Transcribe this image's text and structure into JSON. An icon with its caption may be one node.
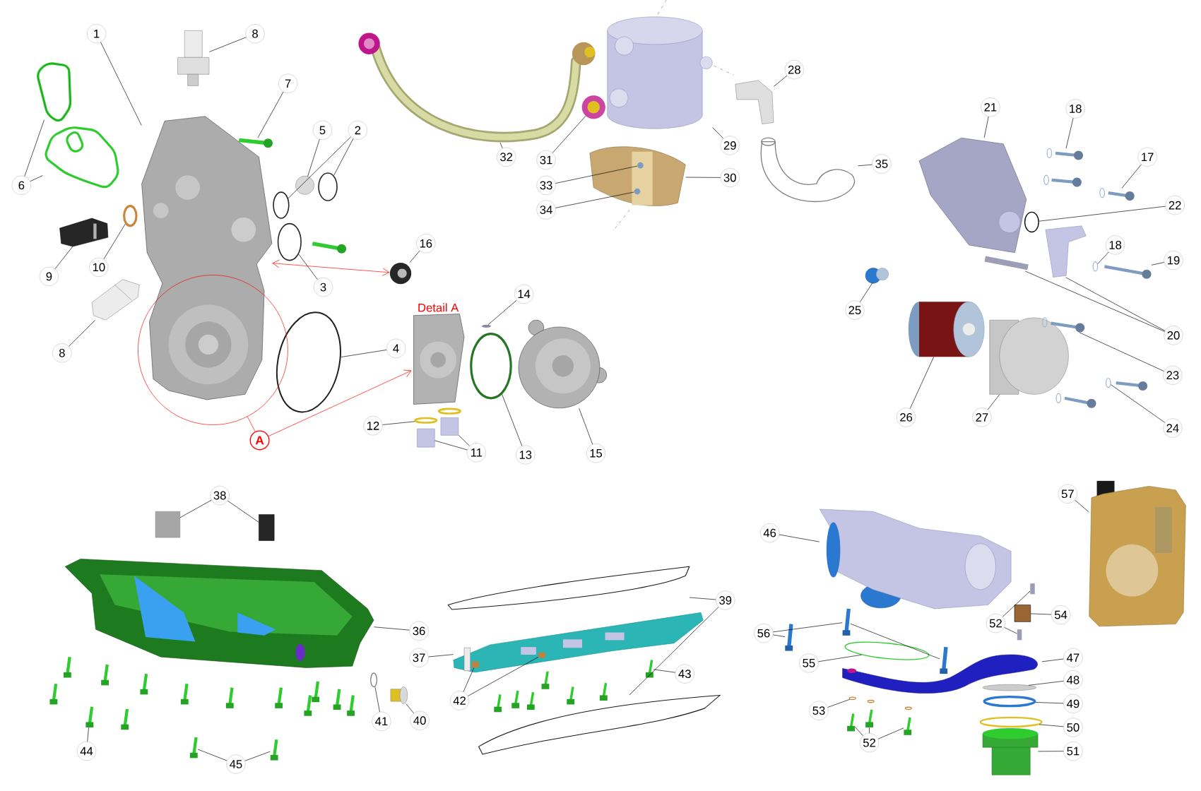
{
  "diagram": {
    "nodes": [
      {
        "text": [
          "1"
        ]
      },
      {
        "text": [
          "8"
        ]
      },
      {
        "text": [
          "7"
        ]
      },
      {
        "text": [
          "5"
        ]
      },
      {
        "text": [
          "2"
        ]
      },
      {
        "text": [
          "6"
        ]
      },
      {
        "text": [
          "10"
        ]
      },
      {
        "text": [
          "9"
        ]
      },
      {
        "text": [
          "3"
        ]
      },
      {
        "text": [
          "16"
        ]
      },
      {
        "text": [],
        "shape": "picture"
      },
      {
        "text": [
          "8"
        ]
      },
      {
        "text": [],
        "shape": "circle"
      },
      {
        "text": [
          "4"
        ]
      },
      {
        "text": [
          "A"
        ]
      },
      {
        "text": [
          "Detail A"
        ]
      },
      {
        "text": [
          "14"
        ]
      },
      {
        "text": [
          "12"
        ]
      },
      {
        "text": [
          "11"
        ]
      },
      {
        "text": [
          "13"
        ]
      },
      {
        "text": [
          "15"
        ]
      },
      {
        "text": [
          "32"
        ]
      },
      {
        "text": [
          "31"
        ]
      },
      {
        "text": [
          "33"
        ]
      },
      {
        "text": [
          "34"
        ]
      },
      {
        "text": [
          "29"
        ]
      },
      {
        "text": [
          "30"
        ]
      },
      {
        "text": [
          "28"
        ]
      },
      {
        "text": [
          "35"
        ]
      },
      {
        "text": [
          "21"
        ]
      },
      {
        "text": [
          "18"
        ]
      },
      {
        "text": [
          "17"
        ]
      },
      {
        "text": [
          "22"
        ]
      },
      {
        "text": [
          "18"
        ]
      },
      {
        "text": [
          "19"
        ]
      },
      {
        "text": [
          "25"
        ]
      },
      {
        "text": [
          "20"
        ]
      },
      {
        "text": [
          "23"
        ]
      },
      {
        "text": [
          "26"
        ]
      },
      {
        "text": [
          "27"
        ]
      },
      {
        "text": [
          "24"
        ]
      },
      {
        "text": [
          "38"
        ]
      },
      {
        "text": [
          "36"
        ]
      },
      {
        "text": [
          "44"
        ]
      },
      {
        "text": [
          "45"
        ]
      },
      {
        "text": [
          "41"
        ]
      },
      {
        "text": [
          "40"
        ]
      },
      {
        "text": [
          "39"
        ]
      },
      {
        "text": [
          "37"
        ]
      },
      {
        "text": [
          "42"
        ]
      },
      {
        "text": [
          "43"
        ]
      },
      {
        "text": [
          "46"
        ]
      },
      {
        "text": [
          "57"
        ]
      },
      {
        "text": [
          "52"
        ]
      },
      {
        "text": [
          "54"
        ]
      },
      {
        "text": [
          "56"
        ]
      },
      {
        "text": [
          "55"
        ]
      },
      {
        "text": [
          "47"
        ]
      },
      {
        "text": [
          "48"
        ]
      },
      {
        "text": [
          "49"
        ]
      },
      {
        "text": [
          "50"
        ]
      },
      {
        "text": [
          "51"
        ]
      },
      {
        "text": [
          "53"
        ]
      },
      {
        "text": [
          "52"
        ]
      },
      {
        "text": [],
        "shape": "picture"
      },
      {
        "text": [],
        "shape": "picture"
      },
      {
        "text": [],
        "shape": "picture"
      },
      {
        "text": [],
        "shape": "circle"
      },
      {
        "text": [],
        "shape": "circle"
      },
      {
        "text": [],
        "shape": "circle"
      },
      {
        "text": [],
        "shape": "circle"
      },
      {
        "text": [],
        "shape": "picture"
      },
      {
        "text": [],
        "shape": "circle"
      },
      {
        "text": [],
        "shape": "picture"
      },
      {
        "text": [],
        "shape": "circle"
      },
      {
        "text": [],
        "shape": "picture"
      },
      {
        "text": [],
        "shape": "circle"
      },
      {
        "text": [],
        "shape": "circle"
      },
      {
        "text": [],
        "shape": "circle"
      },
      {
        "text": [],
        "shape": "box"
      },
      {
        "text": [],
        "shape": "box"
      },
      {
        "text": [],
        "shape": "circle"
      },
      {
        "text": [],
        "shape": "picture"
      },
      {
        "text": [],
        "shape": "picture"
      },
      {
        "text": [],
        "shape": "circle"
      },
      {
        "text": [],
        "shape": "picture"
      },
      {
        "text": [],
        "shape": "picture"
      },
      {
        "text": [],
        "shape": "circle",
        "in": 86
      },
      {
        "text": [],
        "shape": "circle",
        "in": 86
      },
      {
        "text": [],
        "shape": "picture"
      },
      {
        "text": [],
        "shape": "picture"
      },
      {
        "text": [],
        "shape": "picture"
      },
      {
        "text": [],
        "shape": "picture"
      },
      {
        "text": [],
        "shape": "picture"
      },
      {
        "text": [],
        "shape": "circle"
      },
      {
        "text": [],
        "shape": "circle"
      },
      {
        "text": [],
        "shape": "picture"
      },
      {
        "text": [],
        "shape": "picture"
      },
      {
        "text": [],
        "shape": "picture"
      },
      {
        "text": [],
        "shape": "circle"
      },
      {
        "text": [],
        "shape": "box"
      },
      {
        "text": [],
        "shape": "picture"
      },
      {
        "text": [],
        "shape": "picture"
      },
      {
        "text": [],
        "shape": "circle"
      },
      {
        "text": [],
        "shape": "box"
      },
      {
        "text": [],
        "shape": "box"
      },
      {
        "text": [],
        "shape": "picture"
      },
      {
        "text": [],
        "shape": "picture"
      },
      {
        "text": [],
        "shape": "picture"
      },
      {
        "text": [],
        "shape": "picture"
      },
      {
        "text": [],
        "shape": "circle"
      },
      {
        "text": [],
        "shape": "picture"
      },
      {
        "text": [],
        "shape": "picture"
      },
      {
        "text": [],
        "shape": "picture"
      },
      {
        "text": [],
        "shape": "picture"
      },
      {
        "text": [],
        "shape": "box",
        "in": 114
      },
      {
        "text": [],
        "shape": "box",
        "in": 114
      },
      {
        "text": [],
        "shape": "picture"
      },
      {
        "text": [],
        "shape": "picture"
      },
      {
        "text": [],
        "shape": "picture"
      },
      {
        "text": [],
        "shape": "box"
      },
      {
        "text": [],
        "shape": "box"
      },
      {
        "text": [],
        "shape": "box"
      },
      {
        "text": [],
        "shape": "picture"
      },
      {
        "text": [],
        "shape": "picture"
      },
      {
        "text": [],
        "shape": "picture"
      },
      {
        "text": [],
        "shape": "circle"
      },
      {
        "text": [],
        "shape": "picture"
      },
      {
        "text": [],
        "shape": "circle"
      },
      {
        "text": [],
        "shape": "circle"
      },
      {
        "text": [],
        "shape": "circle"
      },
      {
        "text": [],
        "shape": "picture"
      },
      {
        "text": [],
        "shape": "circle"
      },
      {
        "text": [],
        "shape": "picture"
      },
      {
        "text": [],
        "shape": "picture"
      },
      {
        "text": [],
        "shape": "picture"
      }
    ],
    "edges": [
      {
        "from": 0,
        "to": 64,
        "arrow": "none"
      },
      {
        "from": 1,
        "to": 65,
        "arrow": "none"
      },
      {
        "from": 2,
        "to": 66,
        "arrow": "none"
      },
      {
        "from": 3,
        "to": 67,
        "arrow": "none"
      },
      {
        "from": 4,
        "to": 68,
        "arrow": "none"
      },
      {
        "from": 4,
        "to": 69,
        "arrow": "none"
      },
      {
        "from": 5,
        "to": 70,
        "arrow": "none"
      },
      {
        "from": 5,
        "to": 71,
        "arrow": "none"
      },
      {
        "from": 6,
        "to": 72,
        "arrow": "none"
      },
      {
        "from": 7,
        "to": 73,
        "arrow": "none"
      },
      {
        "from": 8,
        "to": 74,
        "arrow": "none"
      },
      {
        "from": 9,
        "to": 10,
        "arrow": "none"
      },
      {
        "from": 64,
        "to": 10,
        "arrow": "both",
        "color": "#ff0000"
      },
      {
        "from": 11,
        "to": 75,
        "arrow": "none"
      },
      {
        "from": 13,
        "to": 76,
        "arrow": "none"
      },
      {
        "from": 14,
        "to": 12,
        "arrow": "none",
        "color": "#ff0000"
      },
      {
        "from": 14,
        "to": 15,
        "arrow": "to",
        "color": "#ff0000"
      },
      {
        "from": 16,
        "to": 77,
        "arrow": "none"
      },
      {
        "from": 17,
        "to": 78,
        "arrow": "none"
      },
      {
        "from": 18,
        "to": 79,
        "arrow": "none"
      },
      {
        "from": 18,
        "to": 80,
        "arrow": "none"
      },
      {
        "from": 19,
        "to": 81,
        "arrow": "none"
      },
      {
        "from": 20,
        "to": 82,
        "arrow": "none"
      },
      {
        "from": 21,
        "to": 83,
        "arrow": "none"
      },
      {
        "from": 22,
        "to": 84,
        "arrow": "none"
      },
      {
        "from": 23,
        "to": 87,
        "arrow": "none"
      },
      {
        "from": 24,
        "to": 88,
        "arrow": "none"
      },
      {
        "from": 25,
        "to": 85,
        "arrow": "none"
      },
      {
        "from": 26,
        "to": 86,
        "arrow": "none"
      },
      {
        "from": 27,
        "to": 89,
        "arrow": "none"
      },
      {
        "from": 28,
        "to": 90,
        "arrow": "none"
      },
      {
        "from": 29,
        "to": 91,
        "arrow": "none"
      },
      {
        "from": 30,
        "to": 92,
        "arrow": "none"
      },
      {
        "from": 31,
        "to": 93,
        "arrow": "none"
      },
      {
        "from": 32,
        "to": 94,
        "arrow": "none"
      },
      {
        "from": 33,
        "to": 95,
        "arrow": "none"
      },
      {
        "from": 34,
        "to": 96,
        "arrow": "none"
      },
      {
        "from": 35,
        "to": 99,
        "arrow": "none"
      },
      {
        "from": 36,
        "to": 97,
        "arrow": "none"
      },
      {
        "from": 36,
        "to": 98,
        "arrow": "none"
      },
      {
        "from": 37,
        "to": 102,
        "arrow": "none"
      },
      {
        "from": 38,
        "to": 100,
        "arrow": "none"
      },
      {
        "from": 39,
        "to": 101,
        "arrow": "none"
      },
      {
        "from": 40,
        "to": 103,
        "arrow": "none"
      },
      {
        "from": 41,
        "to": 104,
        "arrow": "none"
      },
      {
        "from": 41,
        "to": 105,
        "arrow": "none"
      },
      {
        "from": 42,
        "to": 106,
        "arrow": "none"
      },
      {
        "from": 43,
        "to": 107,
        "arrow": "none"
      },
      {
        "from": 44,
        "to": 108,
        "arrow": "none"
      },
      {
        "from": 44,
        "to": 109,
        "arrow": "none"
      },
      {
        "from": 45,
        "to": 110,
        "arrow": "none"
      },
      {
        "from": 46,
        "to": 111,
        "arrow": "none"
      },
      {
        "from": 47,
        "to": 112,
        "arrow": "none"
      },
      {
        "from": 47,
        "to": 113,
        "arrow": "none"
      },
      {
        "from": 48,
        "to": 114,
        "arrow": "none"
      },
      {
        "from": 49,
        "to": 115,
        "arrow": "none"
      },
      {
        "from": 49,
        "to": 116,
        "arrow": "none"
      },
      {
        "from": 50,
        "to": 117,
        "arrow": "none"
      },
      {
        "from": 51,
        "to": 118,
        "arrow": "none"
      },
      {
        "from": 52,
        "to": 119,
        "arrow": "none"
      },
      {
        "from": 53,
        "to": 120,
        "arrow": "none"
      },
      {
        "from": 53,
        "to": 122,
        "arrow": "none"
      },
      {
        "from": 54,
        "to": 121,
        "arrow": "none"
      },
      {
        "from": 55,
        "to": 123,
        "arrow": "none"
      },
      {
        "from": 55,
        "to": 124,
        "arrow": "none"
      },
      {
        "from": 124,
        "to": 125,
        "arrow": "none"
      },
      {
        "from": 56,
        "to": 126,
        "arrow": "none"
      },
      {
        "from": 57,
        "to": 127,
        "arrow": "none"
      },
      {
        "from": 58,
        "to": 128,
        "arrow": "none"
      },
      {
        "from": 59,
        "to": 129,
        "arrow": "none"
      },
      {
        "from": 60,
        "to": 130,
        "arrow": "none"
      },
      {
        "from": 61,
        "to": 131,
        "arrow": "none"
      },
      {
        "from": 62,
        "to": 132,
        "arrow": "none"
      },
      {
        "from": 63,
        "to": 133,
        "arrow": "none"
      },
      {
        "from": 63,
        "to": 134,
        "arrow": "none"
      },
      {
        "from": 63,
        "to": 135,
        "arrow": "none"
      }
    ]
  }
}
